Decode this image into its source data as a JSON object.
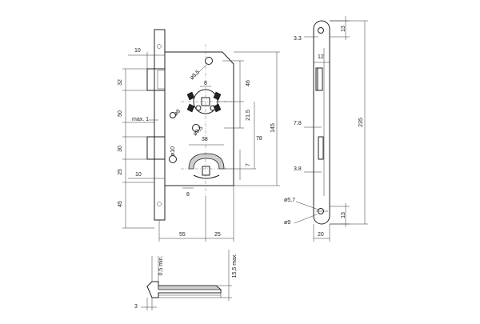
{
  "figure": {
    "front_view": {
      "dims": {
        "d10_top": "10",
        "d32": "32",
        "d50": "50",
        "max1": "max. 1",
        "d30": "30",
        "d25": "25",
        "d10_bottom": "10",
        "d45": "45",
        "d8_5": "ø8,5",
        "d8_top": "8",
        "d8_dia": "ø8",
        "d8_5b": "ø8,5",
        "d46": "46",
        "d21_5": "21,5",
        "d145": "145",
        "d78": "78",
        "d38": "38",
        "d10_dia": "ø10",
        "d7": "7",
        "d8_bottom": "8",
        "d55": "55",
        "d25_bottom": "25"
      }
    },
    "side_view": {
      "dims": {
        "d3_3": "3.3",
        "d13_top": "13",
        "d12": "12",
        "d7_8": "7.8",
        "d3_8": "3.8",
        "d235": "235",
        "d5_7": "ø5,7",
        "d9": "ø9",
        "d13_bottom": "13",
        "d20": "20"
      }
    },
    "bottom_view": {
      "dims": {
        "d0_5": "0.5 min.",
        "d15_5": "15,5 max.",
        "d3": "3"
      }
    }
  }
}
